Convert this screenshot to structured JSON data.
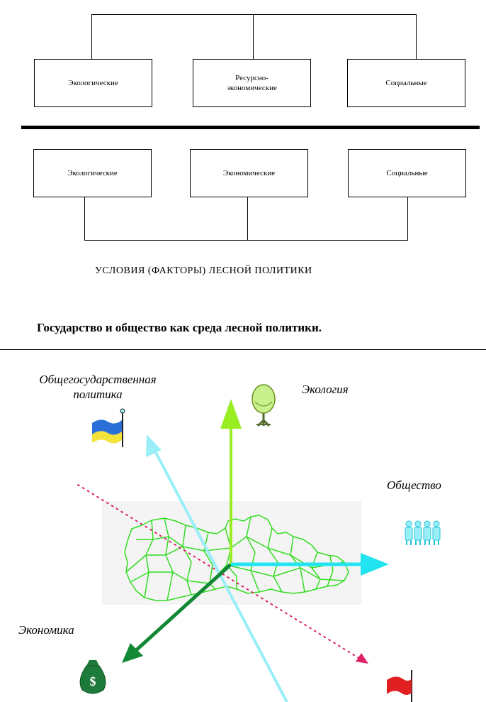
{
  "top_section": {
    "boxes": [
      "Экологические",
      "Ресурсно-\nэкономические",
      "Социальные"
    ]
  },
  "bottom_section": {
    "boxes": [
      "Экологические",
      "Экономические",
      "Социальные"
    ]
  },
  "conditions_caption": "УСЛОВИЯ (ФАКТОРЫ) ЛЕСНОЙ ПОЛИТИКИ",
  "section_heading": "Государство и общество как среда лесной политики.",
  "axes": {
    "state_policy": "Общегосударственная\nполитика",
    "ecology": "Экология",
    "society": "Общество",
    "economy": "Экономика"
  },
  "colors": {
    "ecology_axis": "#99ee22",
    "society_axis": "#22e4f0",
    "policy_axis": "#99eef8",
    "economy_axis": "#118833",
    "dotted_axis": "#dd2266",
    "map_outline": "#33dd22",
    "map_bg": "#f4f4f4"
  },
  "icons": [
    "flag-ukraine-icon",
    "tree-icon",
    "people-icon",
    "money-bag-icon",
    "red-flag-icon"
  ]
}
